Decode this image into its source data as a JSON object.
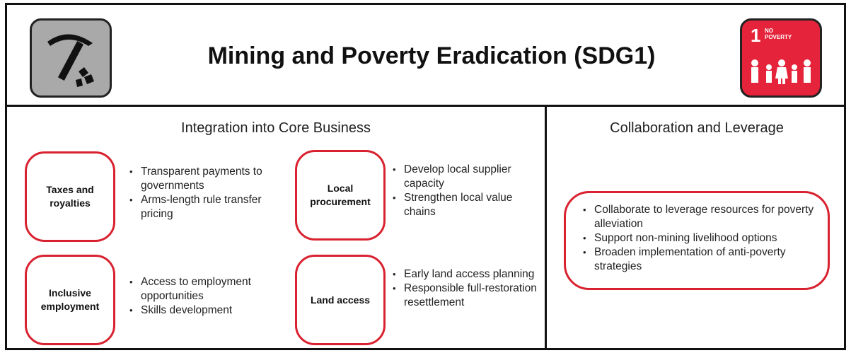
{
  "title": "Mining and Poverty Eradication (SDG1)",
  "icons": {
    "mining": "pickaxe-icon",
    "sdg": {
      "number": "1",
      "label_line1": "NO",
      "label_line2": "POVERTY",
      "color": "#e5243b"
    }
  },
  "left_section": {
    "title": "Integration into Core Business",
    "items": [
      {
        "label": "Taxes and royalties",
        "bullets": [
          "Transparent payments to governments",
          "Arms-length rule transfer pricing"
        ]
      },
      {
        "label": "Local procurement",
        "bullets": [
          "Develop local supplier capacity",
          "Strengthen local value chains"
        ]
      },
      {
        "label": "Inclusive employment",
        "bullets": [
          "Access to employment opportunities",
          "Skills development"
        ]
      },
      {
        "label": "Land access",
        "bullets": [
          "Early land access planning",
          "Responsible full-restoration resettlement"
        ]
      }
    ]
  },
  "right_section": {
    "title": "Collaboration and Leverage",
    "bullets": [
      "Collaborate to leverage resources for poverty alleviation",
      "Support non-mining livelihood options",
      "Broaden implementation of anti-poverty strategies"
    ]
  },
  "colors": {
    "accent_red": "#d9222f",
    "sdg_red": "#e5243b",
    "icon_gray": "#a9a9a9"
  }
}
